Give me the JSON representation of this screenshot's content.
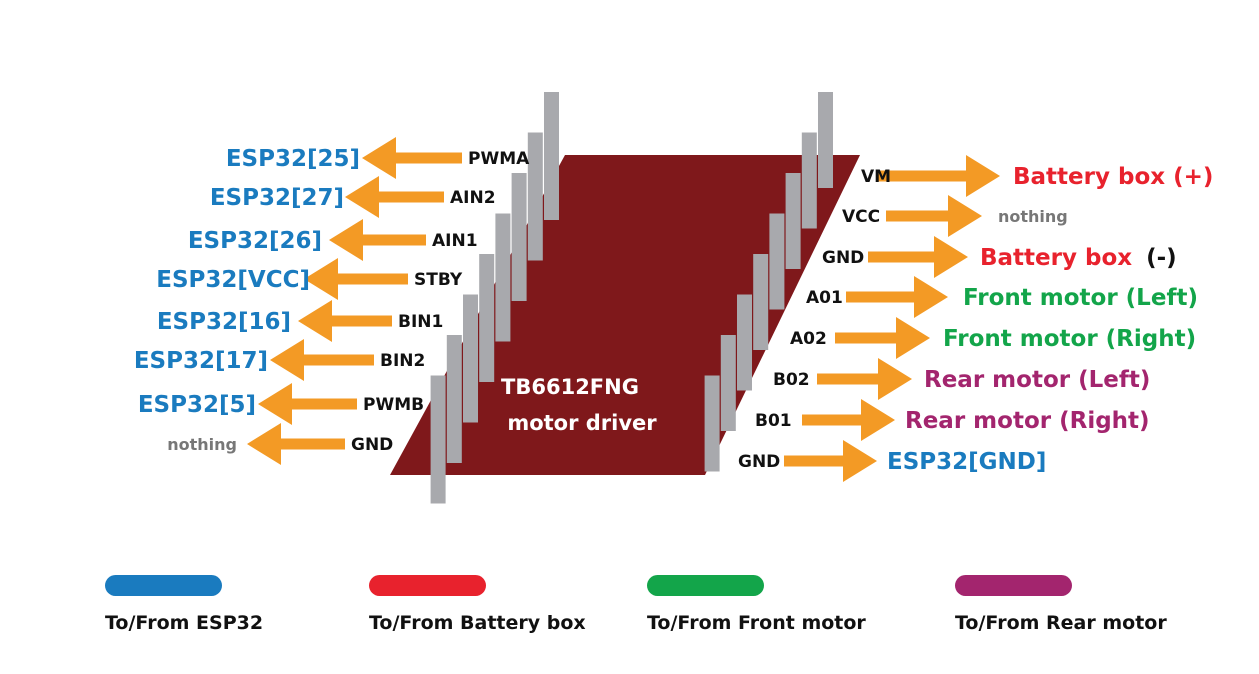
{
  "colors": {
    "esp32": "#1a7bbf",
    "battery": "#e8222d",
    "front_motor": "#13a54a",
    "rear_motor": "#a3256e",
    "arrow": "#f39a25",
    "chip": "#7f181b",
    "pin": "#a8a9ad",
    "nothing": "#777777"
  },
  "chip": {
    "title": "TB6612FNG",
    "subtitle": "motor driver"
  },
  "left_pins": [
    {
      "pin": "PWMA",
      "target": "ESP32[25]",
      "group": "esp32"
    },
    {
      "pin": "AIN2",
      "target": "ESP32[27]",
      "group": "esp32"
    },
    {
      "pin": "AIN1",
      "target": "ESP32[26]",
      "group": "esp32"
    },
    {
      "pin": "STBY",
      "target": "ESP32[VCC]",
      "group": "esp32"
    },
    {
      "pin": "BIN1",
      "target": "ESP32[16]",
      "group": "esp32"
    },
    {
      "pin": "BIN2",
      "target": "ESP32[17]",
      "group": "esp32"
    },
    {
      "pin": "PWMB",
      "target": "ESP32[5]",
      "group": "esp32"
    },
    {
      "pin": "GND",
      "target": "nothing",
      "group": "nothing"
    }
  ],
  "right_pins": [
    {
      "pin": "VM",
      "target": "Battery box (+)",
      "group": "battery"
    },
    {
      "pin": "VCC",
      "target": "nothing",
      "group": "nothing"
    },
    {
      "pin": "GND",
      "target": "Battery box",
      "target_suffix": "(-)",
      "group": "battery"
    },
    {
      "pin": "A01",
      "target": "Front motor (Left)",
      "group": "front_motor"
    },
    {
      "pin": "A02",
      "target": "Front motor (Right)",
      "group": "front_motor"
    },
    {
      "pin": "B02",
      "target": "Rear motor (Left)",
      "group": "rear_motor"
    },
    {
      "pin": "B01",
      "target": "Rear motor (Right)",
      "group": "rear_motor"
    },
    {
      "pin": "GND",
      "target": "ESP32[GND]",
      "group": "esp32"
    }
  ],
  "legend": [
    {
      "label": "To/From ESP32",
      "group": "esp32"
    },
    {
      "label": "To/From Battery box",
      "group": "battery"
    },
    {
      "label": "To/From Front motor",
      "group": "front_motor"
    },
    {
      "label": "To/From Rear motor",
      "group": "rear_motor"
    }
  ]
}
